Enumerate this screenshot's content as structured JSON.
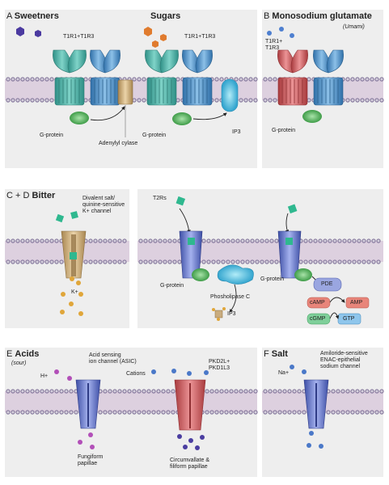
{
  "panels": {
    "A": {
      "letter": "A",
      "title": "Sweetners",
      "title2": "Sugars",
      "receptor1": "T1R1+T1R3",
      "receptor2": "T1R1+T1R3",
      "gprotein1": "G-protein",
      "gprotein2": "G-protein",
      "enzyme": "Adenylyl cylase",
      "ip3": "IP3"
    },
    "B": {
      "letter": "B",
      "title": "Monosodium glutamate",
      "subtitle": "(Umami)",
      "receptor_line1": "T1R1+",
      "receptor_line2": "T1R3",
      "gprotein": "G-protein"
    },
    "CD": {
      "letter": "C + D",
      "title": "Bitter",
      "channel_line1": "Divalent salt/",
      "channel_line2": "quinine-sensitive",
      "channel_line3": "K+ channel",
      "kion": "K+",
      "t2rs": "T2Rs",
      "gprotein1": "G-protein",
      "gprotein2": "G-protein",
      "phospholipase": "Phosholipase C",
      "ip3": "IP3",
      "pde": "PDE",
      "camp": "cAMP",
      "amp": "AMP",
      "cgmp": "cGMP",
      "gtp": "GTP"
    },
    "E": {
      "letter": "E",
      "title": "Acids",
      "subtitle": "(sour)",
      "hion": "H+",
      "asic_line1": "Acid sensing",
      "asic_line2": "ion channel (ASIC)",
      "cations": "Cations",
      "pkd_line1": "PKD2L+",
      "pkd_line2": "PKD1L3",
      "fung_line1": "Fungiform",
      "fung_line2": "papillae",
      "circ_line1": "Circumvallate &",
      "circ_line2": "filiform papillae"
    },
    "F": {
      "letter": "F",
      "title": "Salt",
      "naion": "Na+",
      "enac_line1": "Amiloride-sensitive",
      "enac_line2": "ENAC-epithelial",
      "enac_line3": "sodium channel"
    }
  },
  "colors": {
    "teal": "#4fb8ab",
    "blue": "#4e92c9",
    "red": "#d45c5e",
    "violet": "#6c7ed1",
    "tan": "#c9ac7f",
    "green": "#5fbf68",
    "orange": "#e07b2e",
    "purple": "#4b3aa0",
    "magenta": "#b24fb8",
    "gold": "#e0a63a",
    "panel": "#ececec",
    "bilayer": "#d4c4d6"
  }
}
